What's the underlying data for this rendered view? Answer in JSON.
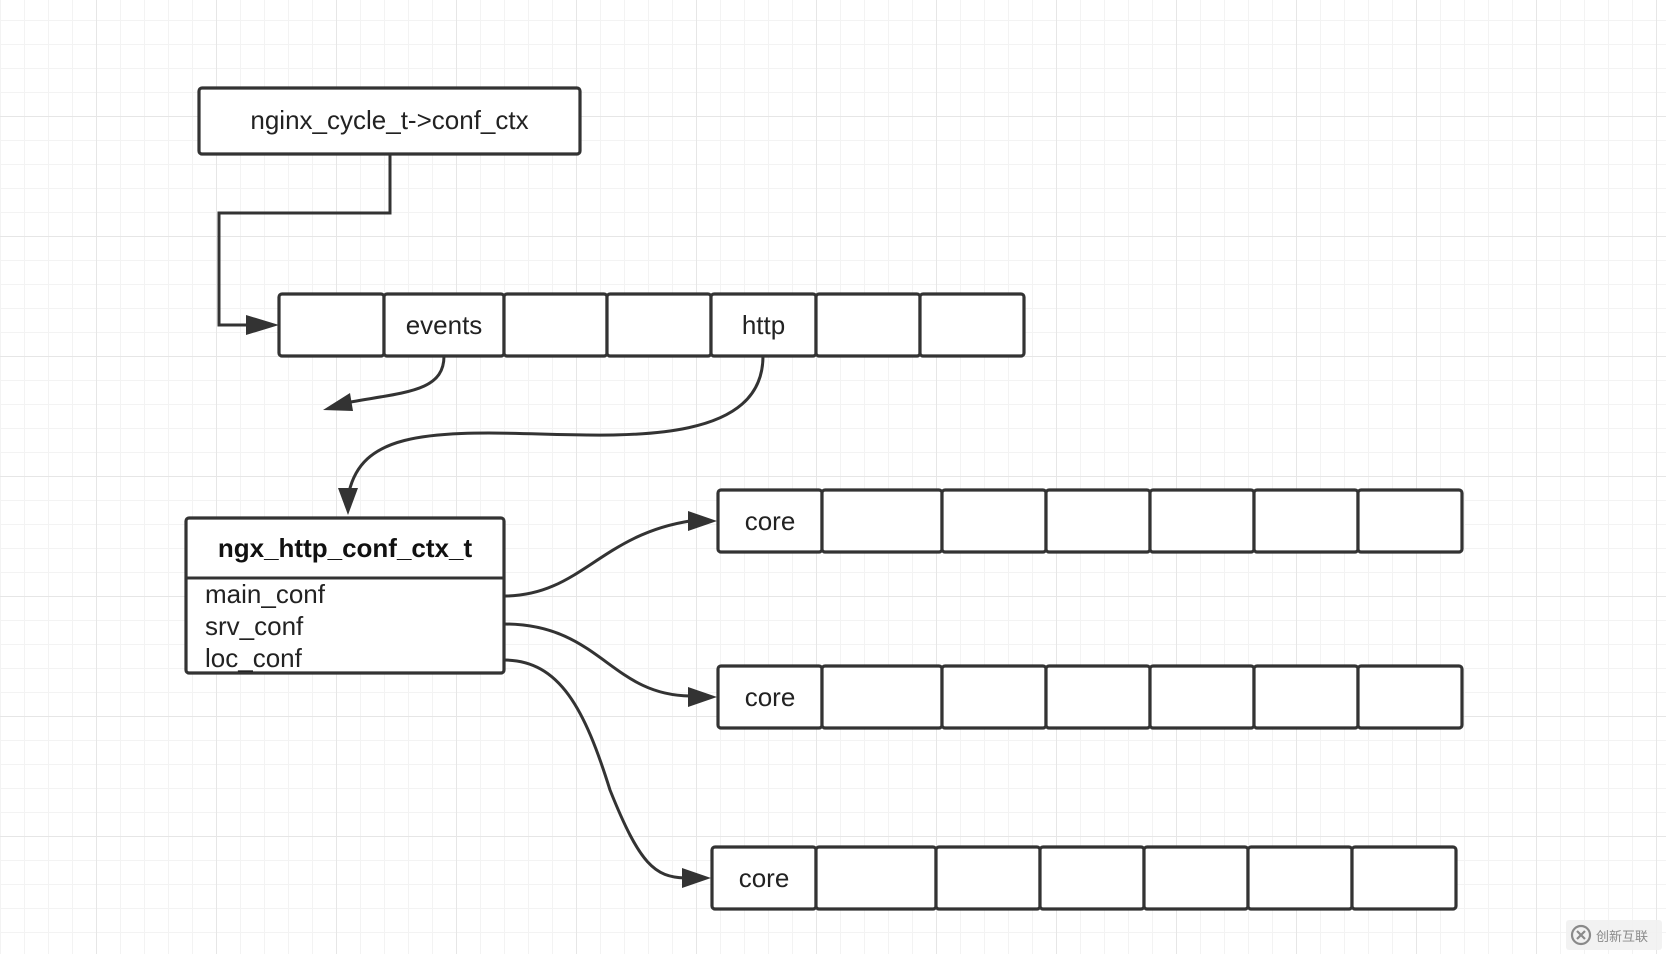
{
  "diagram": {
    "root": {
      "label": "nginx_cycle_t->conf_ctx"
    },
    "conf_ctx_array": {
      "cells": [
        "",
        "events",
        "",
        "",
        "http",
        "",
        ""
      ]
    },
    "http_ctx": {
      "title": "ngx_http_conf_ctx_t",
      "fields": [
        "main_conf",
        "srv_conf",
        "loc_conf"
      ]
    },
    "module_arrays": [
      {
        "cells": [
          "core",
          "",
          "",
          "",
          "",
          "",
          ""
        ]
      },
      {
        "cells": [
          "core",
          "",
          "",
          "",
          "",
          "",
          ""
        ]
      },
      {
        "cells": [
          "core",
          "",
          "",
          "",
          "",
          "",
          ""
        ]
      }
    ]
  },
  "watermark": {
    "text": "创新互联"
  },
  "colors": {
    "stroke": "#333333",
    "text": "#222222",
    "grid": "#e6e6e6",
    "background": "#ffffff"
  }
}
